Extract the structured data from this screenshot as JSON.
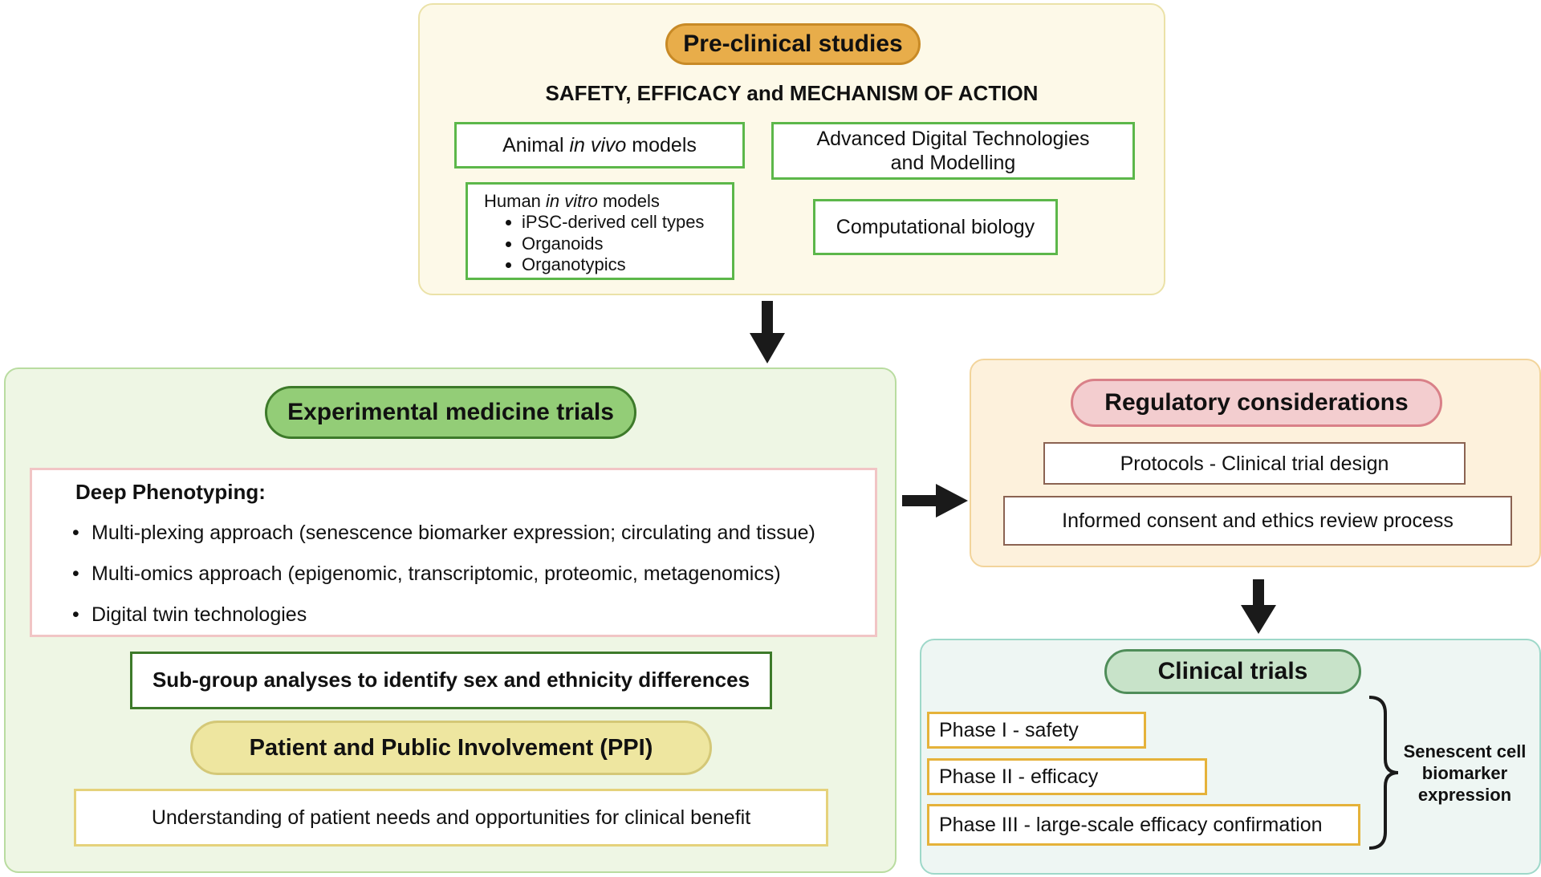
{
  "preclinical": {
    "title": "Pre-clinical studies",
    "subtitle": "SAFETY, EFFICACY and MECHANISM OF ACTION",
    "animal": {
      "pre": "Animal ",
      "em": "in vivo",
      "post": " models"
    },
    "human": {
      "pre": "Human ",
      "em": "in vitro",
      "post": " models",
      "items": [
        "iPSC-derived cell types",
        "Organoids",
        "Organotypics"
      ]
    },
    "digital": {
      "line1": "Advanced Digital Technologies",
      "line2": "and Modelling"
    },
    "computational": "Computational biology"
  },
  "experimental": {
    "title": "Experimental medicine trials",
    "deep_title": "Deep Phenotyping:",
    "deep_items": [
      "Multi-plexing approach (senescence biomarker expression; circulating and tissue)",
      "Multi-omics approach (epigenomic, transcriptomic, proteomic, metagenomics)",
      "Digital twin technologies"
    ],
    "subgroup": "Sub-group analyses to identify sex and ethnicity differences",
    "ppi_title": "Patient and Public Involvement (PPI)",
    "ppi_text": "Understanding of patient needs and opportunities for clinical benefit"
  },
  "regulatory": {
    "title": "Regulatory considerations",
    "protocols": "Protocols - Clinical trial design",
    "consent": "Informed consent and ethics review process"
  },
  "clinical": {
    "title": "Clinical trials",
    "phases": [
      "Phase I - safety",
      "Phase II - efficacy",
      "Phase III - large-scale efficacy confirmation"
    ],
    "biomarker": {
      "line1": "Senescent cell",
      "line2": "biomarker",
      "line3": "expression"
    }
  },
  "colors": {
    "preclinical_bg": "#fdf9e8",
    "preclinical_border": "#ebe2a8",
    "preclinical_pill": "#e8ad4a",
    "preclinical_pill_border": "#c88a26",
    "experimental_bg": "#eef6e4",
    "experimental_border": "#b9dca0",
    "experimental_pill": "#93cd77",
    "experimental_pill_border": "#3d7a2a",
    "box_green_border": "#5cb74a",
    "deep_border": "#f1c5c5",
    "ppi_pill": "#eee6a0",
    "ppi_pill_border": "#d4c877",
    "ppi_box_border": "#e5d27b",
    "regulatory_bg": "#fdf1dc",
    "regulatory_border": "#f2d49b",
    "regulatory_pill": "#f3cdcf",
    "regulatory_pill_border": "#d98088",
    "regulatory_box_border": "#8b6352",
    "clinical_bg": "#eef6f3",
    "clinical_border": "#9ed8c9",
    "clinical_pill": "#c8e3c9",
    "clinical_pill_border": "#4f8d59",
    "phase_border": "#e5b23a",
    "arrow": "#1a1a1a"
  },
  "icons": {
    "arrows": "arrow-icon",
    "brace": "right-brace-icon"
  }
}
